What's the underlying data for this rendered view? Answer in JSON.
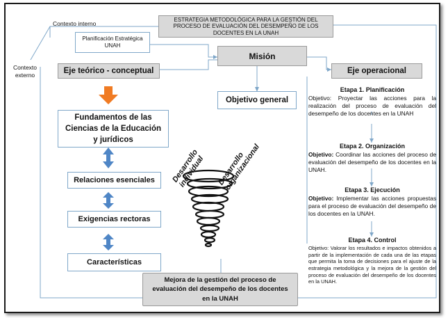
{
  "title": "ESTRATEGIA METODOLÓGICA PARA LA GESTIÓN DEL PROCESO DE EVALUACIÓN DEL DESEMPEÑO DE LOS DOCENTES EN LA UNAH",
  "contexto_interno": "Contexto interno",
  "contexto_externo": "Contexto externo",
  "planificacion_estrategica": "Planificación Estratégica UNAH",
  "mision": "Misión",
  "objetivo_general": "Objetivo general",
  "eje_teorico": "Eje teórico - conceptual",
  "eje_operacional": "Eje operacional",
  "fundamentos": "Fundamentos de las Ciencias de la Educación y jurídicos",
  "relaciones": "Relaciones esenciales",
  "exigencias": "Exigencias rectoras",
  "caracteristicas": "Características",
  "spiral_labels": {
    "desarrollo_individual": "Desarrollo individual",
    "desarrollo_organizacional": "Desarrollo organizacional"
  },
  "mejora": "Mejora de la gestión del proceso de evaluación del desempeño de los docentes en la UNAH",
  "etapas": [
    {
      "titulo": "Etapa 1. Planificación",
      "objetivo_label": "Objetivo:",
      "objetivo": "Proyectar las acciones para la realización del proceso de evaluación del desempeño de los docentes en la UNAH"
    },
    {
      "titulo": "Etapa 2. Organización",
      "objetivo_label": "Objetivo:",
      "objetivo": "Coordinar las acciones del proceso de evaluación del desempeño de los docentes en la UNAH."
    },
    {
      "titulo": "Etapa 3. Ejecución",
      "objetivo_label": "Objetivo:",
      "objetivo": "Implementar las acciones propuestas para el proceso de evaluación del desempeño de los docentes en la UNAH."
    },
    {
      "titulo": "Etapa 4. Control",
      "objetivo_label": "Objetivo:",
      "objetivo": "Valorar los resultados e impactos obtenidos a partir de la implementación de cada una de las etapas que permita la toma de decisiones para el ajuste de la estrategia metodológica y la mejora de la gestión del proceso de evaluación del desempeño de los docentes en la UNAH."
    }
  ],
  "colors": {
    "line": "#7fa7c9",
    "arrow_orange": "#f07b23",
    "arrow_blue": "#4f86c6",
    "grey_box": "#d9d9d9"
  }
}
